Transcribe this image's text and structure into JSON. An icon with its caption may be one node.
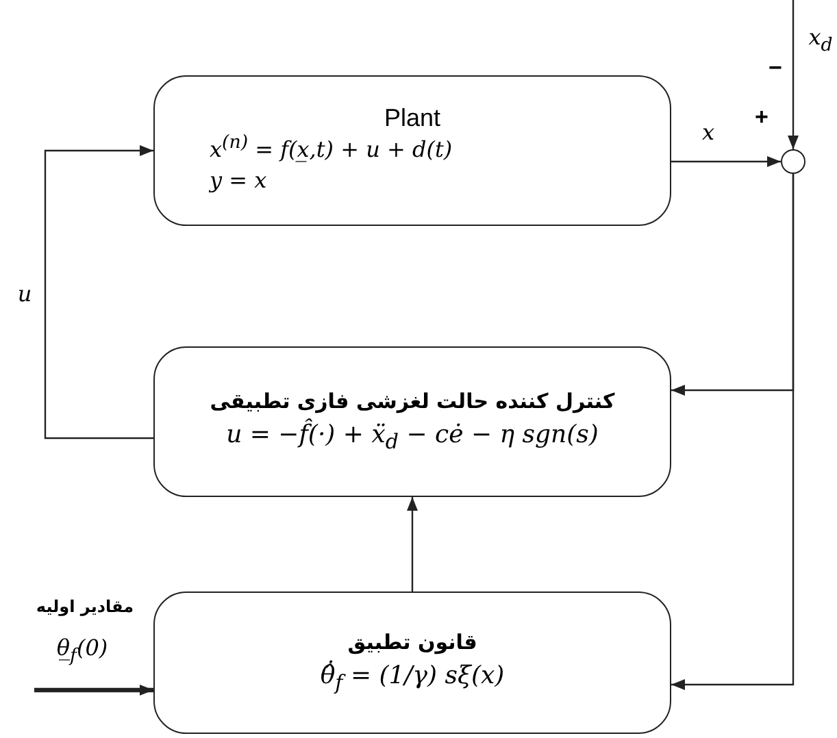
{
  "diagram": {
    "nodes": [
      {
        "text": [
          "Plant",
          "x$^{(n)}$ = f(x̲,t) + u + d(t)",
          "y = x"
        ]
      },
      {
        "text": [],
        "shape": "circle"
      },
      {
        "text": [
          "کنترل کننده حالت لغزشی فازی تطبیقی",
          "u = −f̂(·) + ẍ$_{d}$ − cė − η sgn(s)"
        ]
      },
      {
        "text": [
          "قانون تطبیق",
          "θ̂̇$_{f}$ = (1/γ) sξ(x)"
        ]
      }
    ],
    "edges": [
      {
        "from": 2,
        "to": 0,
        "arrow": "to",
        "label": "u"
      },
      {
        "from": 0,
        "to": 1,
        "arrow": "to",
        "label": "x"
      },
      {
        "from": null,
        "to": 1,
        "arrow": "to",
        "label": "x$_{d}$"
      },
      {
        "from": 1,
        "to": 2,
        "arrow": "to"
      },
      {
        "from": 1,
        "to": 3,
        "arrow": "to"
      },
      {
        "from": 3,
        "to": 2,
        "arrow": "to"
      },
      {
        "from": null,
        "to": 3,
        "arrow": "to",
        "style": "thick",
        "label": "مقادیر اولیه"
      }
    ],
    "labels": [
      "−",
      "+",
      "θ̲$_{f}$(0)"
    ]
  }
}
